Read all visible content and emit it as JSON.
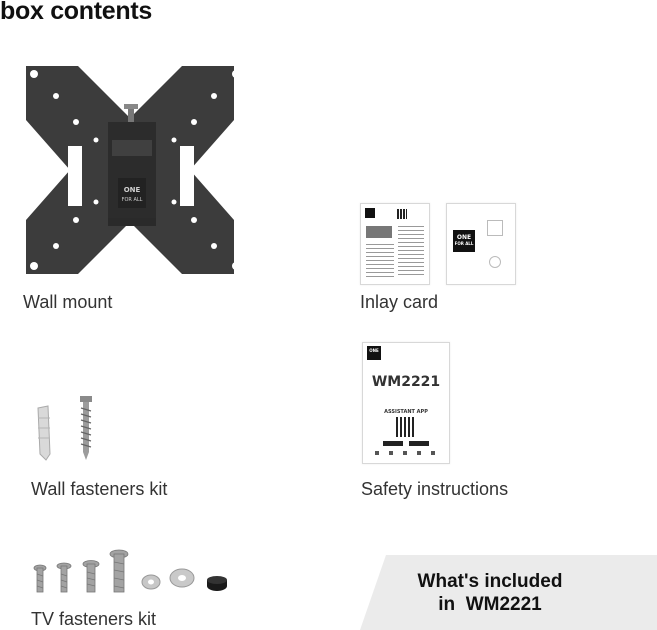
{
  "page": {
    "title": "box contents"
  },
  "items": [
    {
      "label": "Wall mount"
    },
    {
      "label": "Inlay card"
    },
    {
      "label": "Wall fasteners kit"
    },
    {
      "label": "Safety instructions"
    },
    {
      "label": "TV fasteners kit"
    }
  ],
  "brand": {
    "logo_text": "ONE FOR ALL"
  },
  "leaflet": {
    "model": "WM2221",
    "app_label": "ASSISTANT APP"
  },
  "banner": {
    "line1": "What's included",
    "line2": "in  WM2221"
  },
  "colors": {
    "mount": "#3a3a3a",
    "banner_bg": "#ebebeb"
  }
}
